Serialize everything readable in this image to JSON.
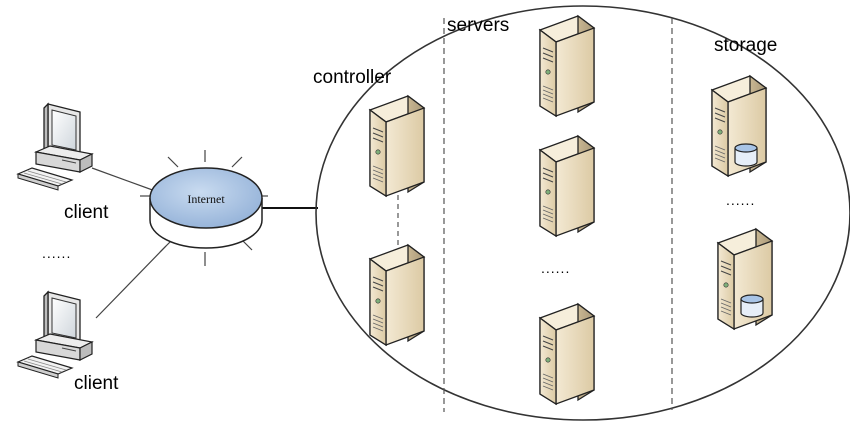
{
  "labels": {
    "client_top": "client",
    "client_bottom": "client",
    "client_ellipsis": "......",
    "internet": "Internet",
    "controller": "controller",
    "servers": "servers",
    "servers_ellipsis": "......",
    "storage": "storage",
    "storage_ellipsis": "......"
  },
  "icons": {
    "client": "desktop-computer-icon",
    "cloud": "internet-cloud-icon",
    "server": "tower-server-icon",
    "storage": "storage-server-icon"
  },
  "colors": {
    "server_body": "#e9dcc0",
    "server_side": "#b9a988",
    "server_top": "#f4ead4",
    "cloud_fill": "#a9c3e2",
    "cloud_stroke": "#333333",
    "disk_fill": "#a8c4e6",
    "line": "#444444"
  }
}
